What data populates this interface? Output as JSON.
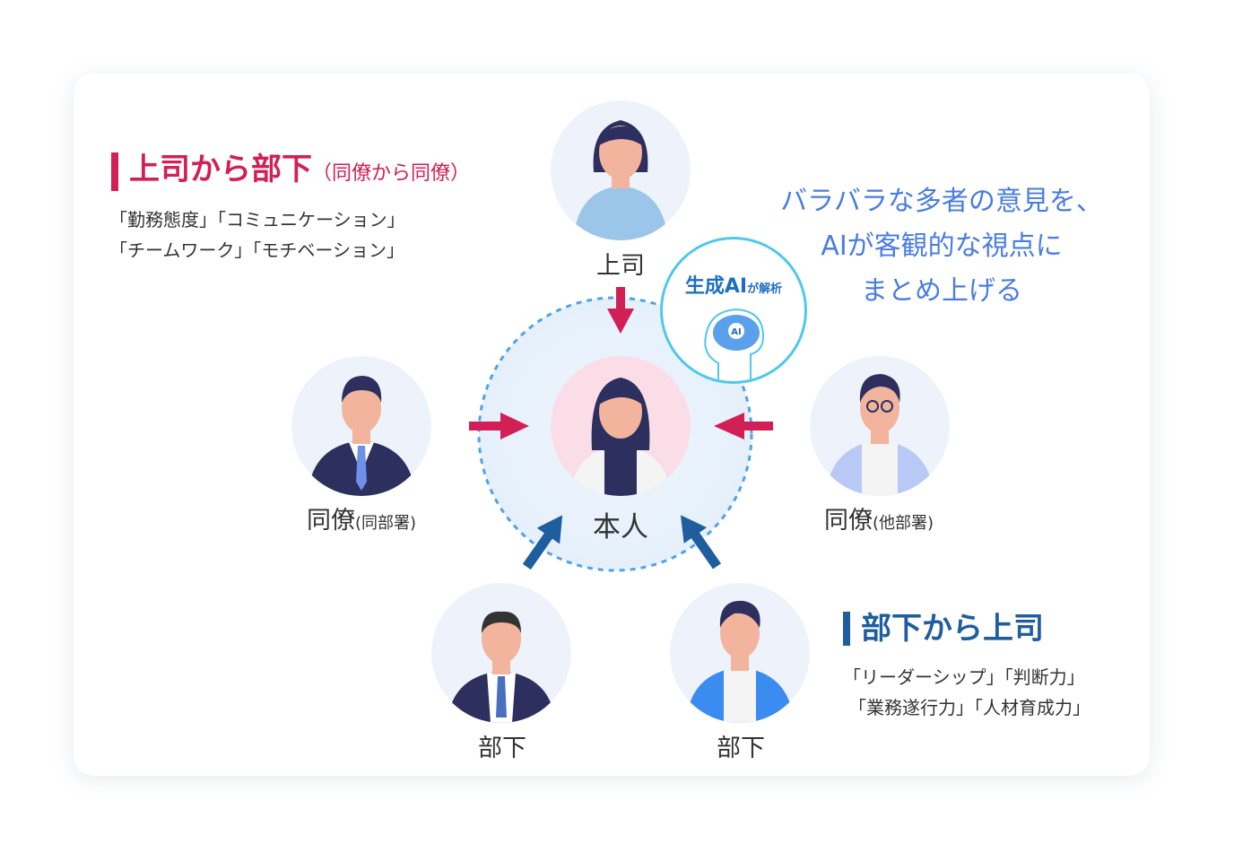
{
  "top_left": {
    "title": "上司から部下",
    "title_sub": "（同僚から同僚）",
    "line1": "「勤務態度」「コミュニケーション」",
    "line2": "「チームワーク」「モチベーション」"
  },
  "bottom_right": {
    "title": "部下から上司",
    "line1": "「リーダーシップ」「判断力」",
    "line2": "「業務遂行力」「人材育成力」"
  },
  "message": {
    "line1": "バラバラな多者の意見を、",
    "line2": "AIが客観的な視点に",
    "line3": "まとめ上げる"
  },
  "ai_badge": {
    "main": "生成AI",
    "sub": "が解析",
    "chip": "AI"
  },
  "people": {
    "boss": "上司",
    "self": "本人",
    "peer_same": "同僚",
    "peer_same_sub": "(同部署)",
    "peer_other": "同僚",
    "peer_other_sub": "(他部署)",
    "sub1": "部下",
    "sub2": "部下"
  },
  "colors": {
    "red": "#d21f55",
    "blue": "#1f5e9e",
    "accent": "#4a7de0"
  }
}
